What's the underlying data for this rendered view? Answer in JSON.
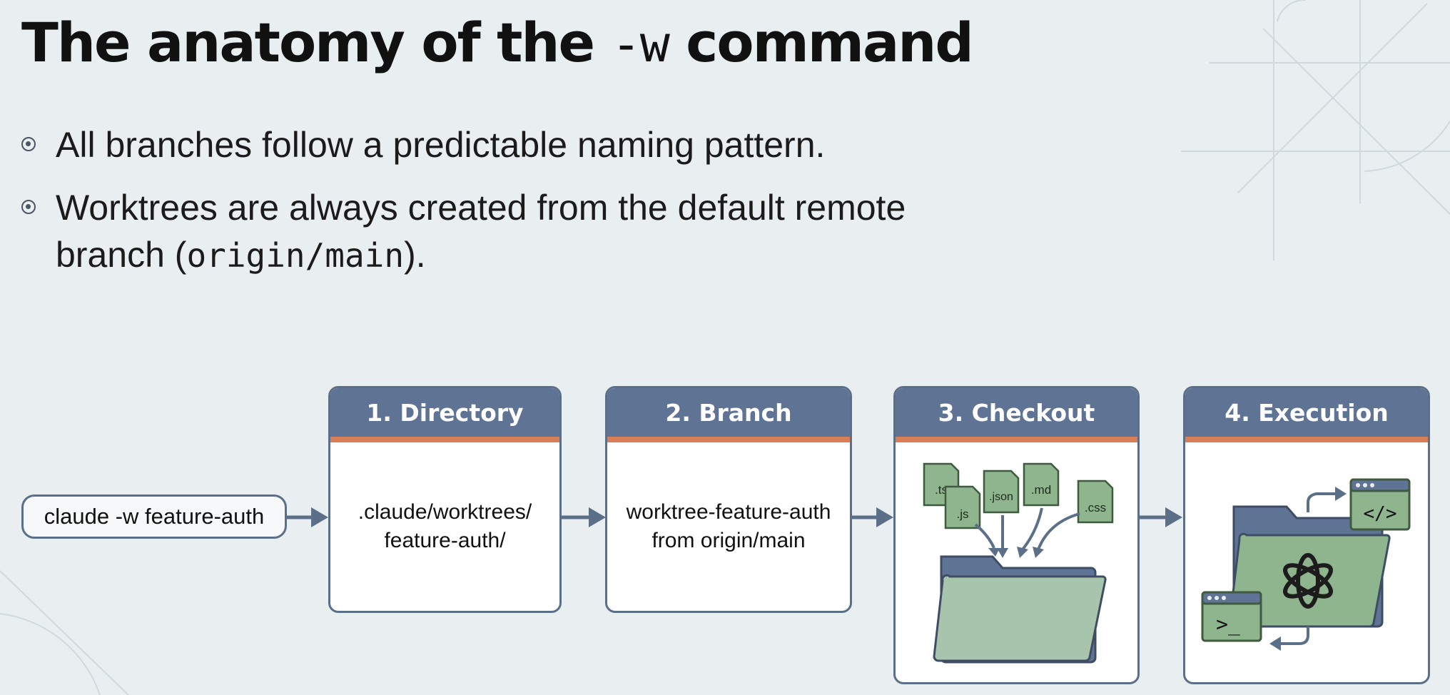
{
  "title": {
    "text": "The anatomy of the ",
    "flag": "-w",
    "suffix": " command"
  },
  "bullets": [
    {
      "text": "All branches follow a predictable naming pattern."
    },
    {
      "line1": "Worktrees are always created from the default remote",
      "line2_prefix": "branch (",
      "line2_code": "origin/main",
      "line2_suffix": ")."
    }
  ],
  "command": {
    "text": "claude -w feature-auth"
  },
  "steps": [
    {
      "title": "1. Directory",
      "line1": ".claude/worktrees/",
      "line2": "feature-auth/"
    },
    {
      "title": "2. Branch",
      "line1": "worktree-feature-auth",
      "line2": "from origin/main"
    },
    {
      "title": "3. Checkout",
      "files": [
        ".ts",
        ".js",
        ".json",
        ".md",
        ".css"
      ],
      "icon": "folder-files-icon"
    },
    {
      "title": "4. Execution",
      "code_glyph": "</>",
      "terminal_glyph": ">_",
      "icon": "execution-folder-icon"
    }
  ],
  "colors": {
    "background": "#e9eef0",
    "header": "#5f7494",
    "header_underline": "#d97f57",
    "border": "#5c6f88",
    "file_green": "#8fb58e",
    "folder_back": "#5f7494"
  }
}
